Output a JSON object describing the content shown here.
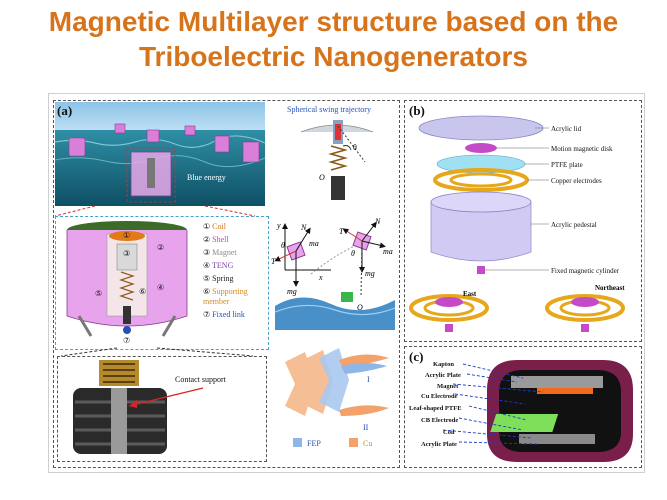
{
  "title": {
    "line1": "Magnetic Multilayer structure based on the",
    "line2": "Triboelectric Nanogenerators"
  },
  "panel_a": {
    "label": "(a)",
    "scene_caption": "Blue energy",
    "legend": [
      {
        "num": "①",
        "text": "Coil",
        "color": "#d66b16"
      },
      {
        "num": "②",
        "text": "Shell",
        "color": "#c040b8"
      },
      {
        "num": "③",
        "text": "Magnet",
        "color": "#8a8a8a"
      },
      {
        "num": "④",
        "text": "TENG",
        "color": "#7a3fa8"
      },
      {
        "num": "⑤",
        "text": "Spring",
        "color": "#222222"
      },
      {
        "num": "⑥",
        "text": "Supporting\nmember",
        "color": "#d68a16"
      },
      {
        "num": "⑦",
        "text": "Fixed link",
        "color": "#2650b8"
      }
    ],
    "contact_support": "Contact support",
    "swing_caption": "Spherical swing trajectory",
    "force_labels": [
      "y",
      "N",
      "θ",
      "T",
      "x",
      "mg",
      "ma",
      "T",
      "N",
      "ma",
      "θ",
      "mg",
      "O"
    ],
    "theta": "θ",
    "origin": "O",
    "fep_label": "FEP",
    "cu_label": "Cu",
    "roman_1": "I",
    "roman_2": "II"
  },
  "panel_b": {
    "label": "(b)",
    "parts": [
      "Acrylic lid",
      "Motion magnetic disk",
      "PTFE plate",
      "Copper electrodes",
      "Acrylic pedestal",
      "Fixed magnetic cylinder"
    ],
    "east": "East",
    "northeast": "Northeast"
  },
  "panel_c": {
    "label": "(c)",
    "parts": [
      "Kapton",
      "Acrylic Plate",
      "Magnet",
      "Cu Electrode",
      "Leaf-shaped PTFE",
      "CB Electrode",
      "Coil",
      "Acrylic Plate"
    ]
  }
}
